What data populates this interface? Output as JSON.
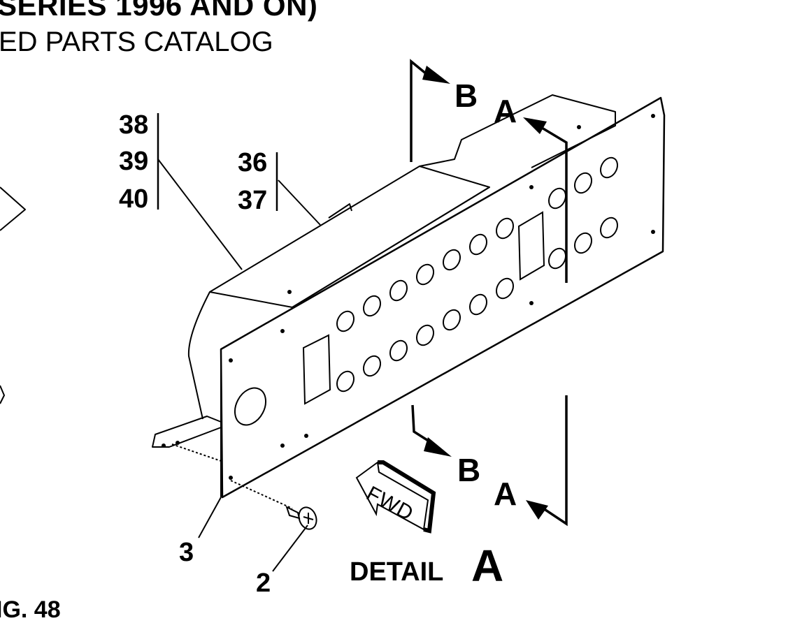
{
  "header": {
    "title_line1": "SERIES 1996 AND ON)",
    "title_line2": "ED PARTS CATALOG"
  },
  "callouts": {
    "c38": "38",
    "c39": "39",
    "c40": "40",
    "c36": "36",
    "c37": "37",
    "c3": "3",
    "c2": "2"
  },
  "section_markers": {
    "b_top": "B",
    "a_top": "A",
    "b_bottom": "B",
    "a_bottom": "A"
  },
  "fwd_label": "FWD",
  "detail": {
    "label": "DETAIL",
    "letter": "A"
  },
  "bottom_fragment": "IG. 48"
}
